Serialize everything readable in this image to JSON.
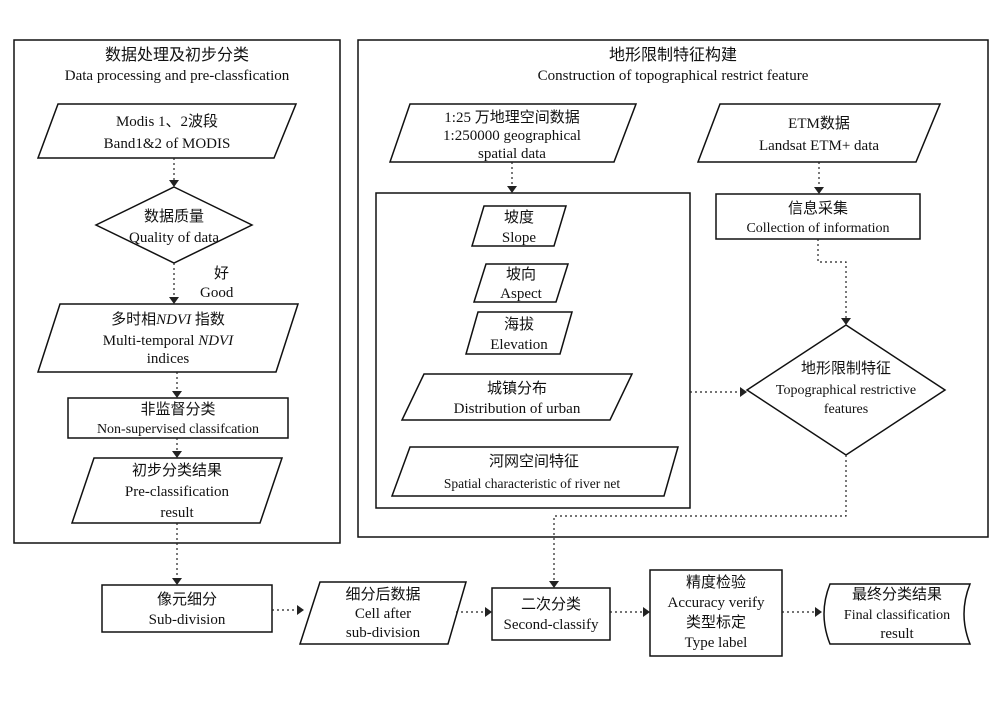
{
  "panels": {
    "left_cn": "数据处理及初步分类",
    "left_en": "Data processing and pre-classfication",
    "right_cn": "地形限制特征构建",
    "right_en": "Construction of topographical restrict feature"
  },
  "nodes": {
    "modis": {
      "cn": "Modis 1、2波段",
      "en": "Band1&2 of MODIS"
    },
    "quality": {
      "cn": "数据质量",
      "en": "Quality of data"
    },
    "good": {
      "cn": "好",
      "en": "Good"
    },
    "ndvi": {
      "cn_prefix": "多时相",
      "cn_italic": "NDVI",
      "cn_suffix": " 指数",
      "en_prefix": "Multi-temporal ",
      "en_italic": "NDVI",
      "en2": "indices"
    },
    "nonsup": {
      "cn": "非监督分类",
      "en": "Non-supervised classifcation"
    },
    "precls": {
      "cn": "初步分类结果",
      "en": "Pre-classification",
      "en2": "result"
    },
    "geo": {
      "cn": "1:25 万地理空间数据",
      "en": "1:250000 geographical",
      "en2": "spatial data"
    },
    "etm": {
      "cn": "ETM数据",
      "en": "Landsat ETM+ data"
    },
    "slope": {
      "cn": "坡度",
      "en": "Slope"
    },
    "aspect": {
      "cn": "坡向",
      "en": "Aspect"
    },
    "elevation": {
      "cn": "海拔",
      "en": "Elevation"
    },
    "urban": {
      "cn": "城镇分布",
      "en": "Distribution of urban"
    },
    "river": {
      "cn": "河网空间特征",
      "en": "Spatial characteristic of river net"
    },
    "collect": {
      "cn": "信息采集",
      "en": "Collection of information"
    },
    "topo": {
      "cn": "地形限制特征",
      "en": "Topographical restrictive",
      "en2": "features"
    },
    "subdiv": {
      "cn": "像元细分",
      "en": "Sub-division"
    },
    "cell": {
      "cn": "细分后数据",
      "en": "Cell after",
      "en2": "sub-division"
    },
    "second": {
      "cn": "二次分类",
      "en": "Second-classify"
    },
    "accuracy": {
      "cn": "精度检验",
      "en": "Accuracy verify",
      "cn2": "类型标定",
      "en2": "Type label"
    },
    "final": {
      "cn": "最终分类结果",
      "en": "Final classification",
      "en2": "result"
    }
  }
}
